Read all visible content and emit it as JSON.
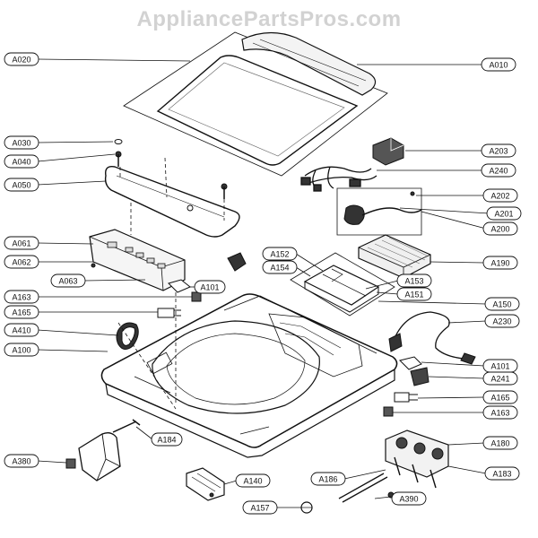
{
  "watermark": "AppliancePartsPros.com",
  "callouts": [
    {
      "id": "l_A020",
      "label": "A020"
    },
    {
      "id": "l_A010",
      "label": "A010"
    },
    {
      "id": "l_A030",
      "label": "A030"
    },
    {
      "id": "l_A040",
      "label": "A040"
    },
    {
      "id": "l_A050",
      "label": "A050"
    },
    {
      "id": "l_A203",
      "label": "A203"
    },
    {
      "id": "l_A240",
      "label": "A240"
    },
    {
      "id": "l_A202",
      "label": "A202"
    },
    {
      "id": "l_A201",
      "label": "A201"
    },
    {
      "id": "l_A200",
      "label": "A200"
    },
    {
      "id": "l_A061",
      "label": "A061"
    },
    {
      "id": "l_A062",
      "label": "A062"
    },
    {
      "id": "l_A063",
      "label": "A063"
    },
    {
      "id": "l_A101a",
      "label": "A101"
    },
    {
      "id": "l_A152",
      "label": "A152"
    },
    {
      "id": "l_A154",
      "label": "A154"
    },
    {
      "id": "l_A190",
      "label": "A190"
    },
    {
      "id": "l_A153",
      "label": "A153"
    },
    {
      "id": "l_A151",
      "label": "A151"
    },
    {
      "id": "l_A163a",
      "label": "A163"
    },
    {
      "id": "l_A165a",
      "label": "A165"
    },
    {
      "id": "l_A150",
      "label": "A150"
    },
    {
      "id": "l_A410",
      "label": "A410"
    },
    {
      "id": "l_A230",
      "label": "A230"
    },
    {
      "id": "l_A100",
      "label": "A100"
    },
    {
      "id": "l_A101b",
      "label": "A101"
    },
    {
      "id": "l_A241",
      "label": "A241"
    },
    {
      "id": "l_A165b",
      "label": "A165"
    },
    {
      "id": "l_A163b",
      "label": "A163"
    },
    {
      "id": "l_A184",
      "label": "A184"
    },
    {
      "id": "l_A180",
      "label": "A180"
    },
    {
      "id": "l_A380",
      "label": "A380"
    },
    {
      "id": "l_A183",
      "label": "A183"
    },
    {
      "id": "l_A140",
      "label": "A140"
    },
    {
      "id": "l_A186",
      "label": "A186"
    },
    {
      "id": "l_A390",
      "label": "A390"
    },
    {
      "id": "l_A157",
      "label": "A157"
    }
  ]
}
